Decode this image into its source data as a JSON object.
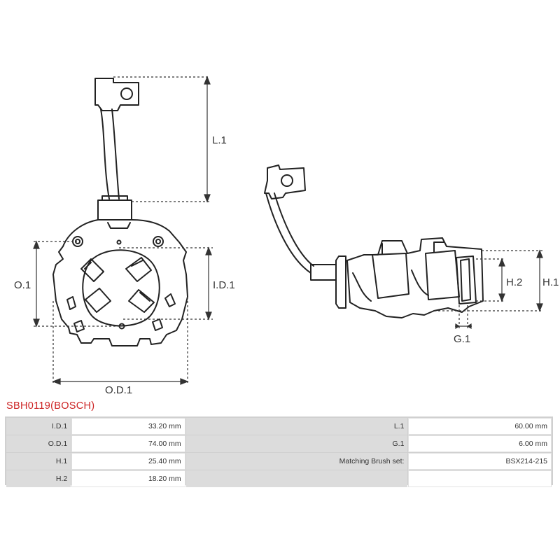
{
  "diagram": {
    "dimension_labels": {
      "l1": "L.1",
      "o1": "O.1",
      "id1": "I.D.1",
      "od1": "O.D.1",
      "h1": "H.1",
      "h2": "H.2",
      "g1": "G.1"
    }
  },
  "part": {
    "title": "SBH0119(BOSCH)"
  },
  "specs": {
    "rows": [
      {
        "left_label": "I.D.1",
        "left_value": "33.20 mm",
        "right_label": "L.1",
        "right_value": "60.00 mm"
      },
      {
        "left_label": "O.D.1",
        "left_value": "74.00 mm",
        "right_label": "G.1",
        "right_value": "6.00 mm"
      },
      {
        "left_label": "H.1",
        "left_value": "25.40 mm",
        "right_label": "Matching Brush set:",
        "right_value": "BSX214-215"
      },
      {
        "left_label": "H.2",
        "left_value": "18.20 mm",
        "right_label": "",
        "right_value": ""
      }
    ]
  }
}
